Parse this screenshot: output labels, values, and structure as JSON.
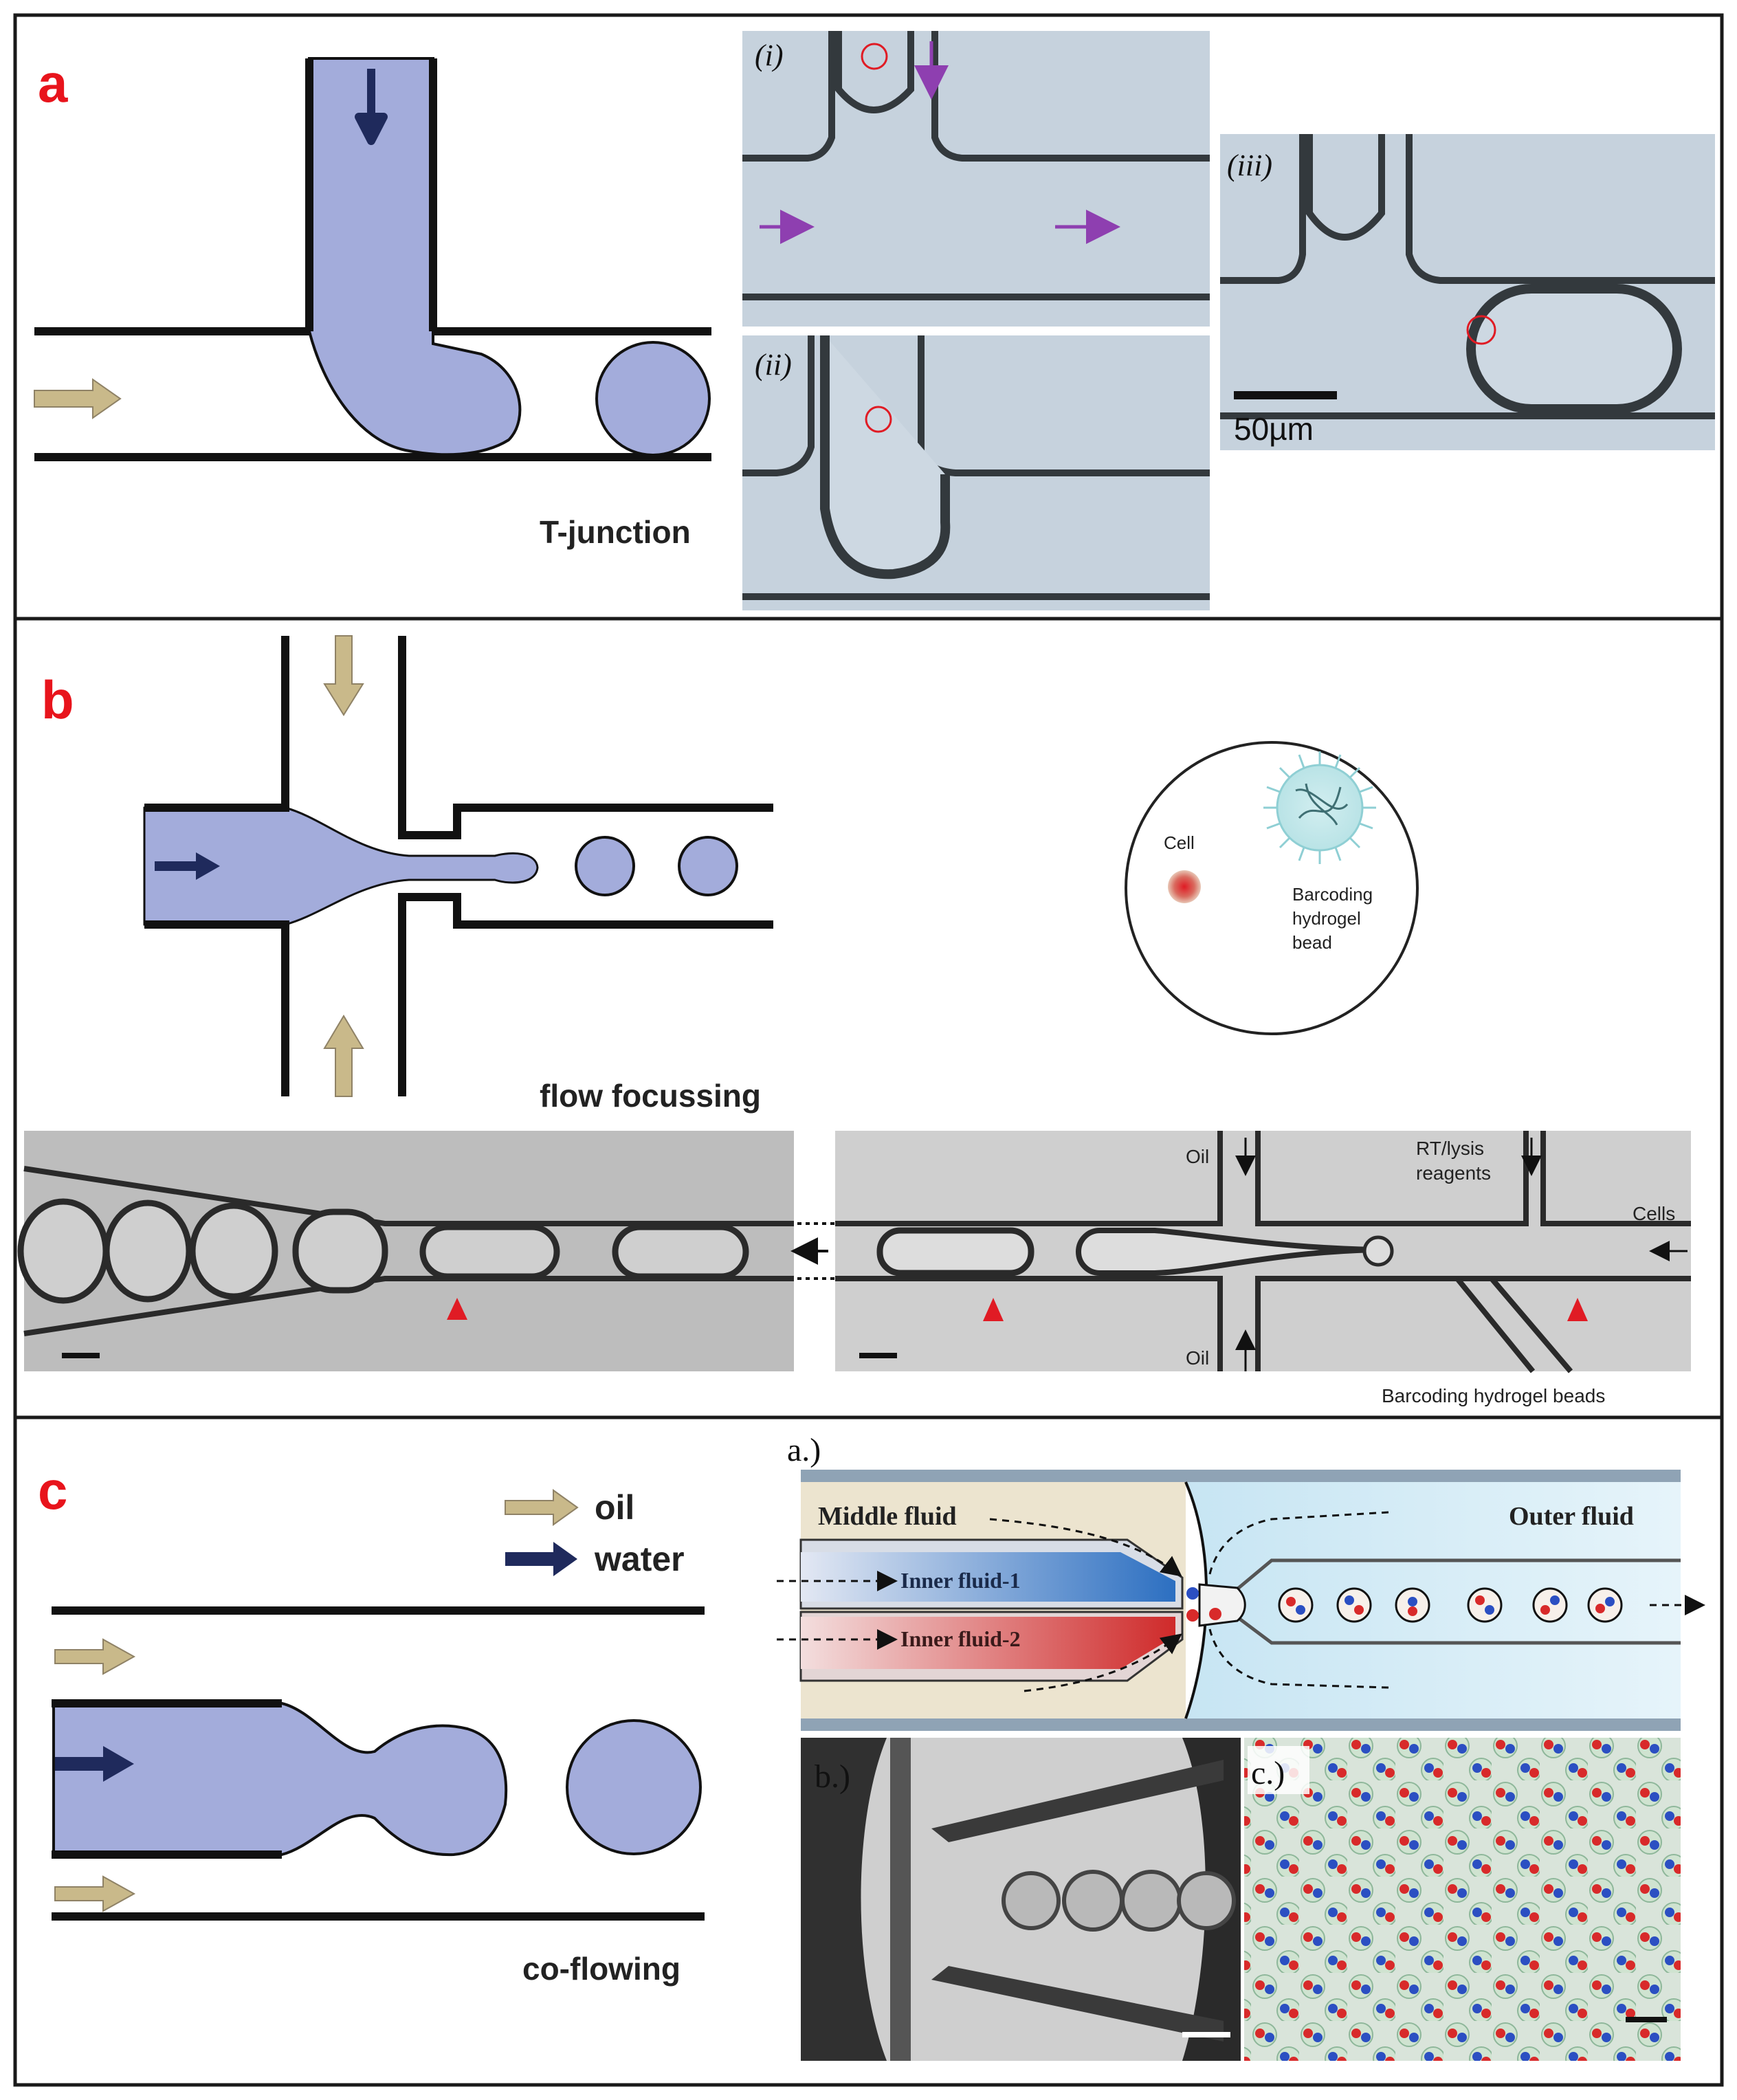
{
  "panels": {
    "a": {
      "letter": "a",
      "schematic_label": "T-junction",
      "micro_labels": [
        "(i)",
        "(ii)",
        "(iii)"
      ],
      "scale_bar": "50µm"
    },
    "b": {
      "letter": "b",
      "schematic_label": "flow focussing",
      "cell_label": "Cell",
      "bead_label_lines": [
        "Barcoding",
        "hydrogel",
        "bead"
      ],
      "oil_top": "Oil",
      "oil_bottom": "Oil",
      "reagents_lines": [
        "RT/lysis",
        "reagents"
      ],
      "cells": "Cells",
      "beads_caption": "Barcoding hydrogel beads"
    },
    "c": {
      "letter": "c",
      "legend_oil": "oil",
      "legend_water": "water",
      "schematic_label": "co-flowing",
      "sub_a": "a.)",
      "middle_fluid": "Middle fluid",
      "outer_fluid": "Outer fluid",
      "inner_fluid_1": "Inner fluid-1",
      "inner_fluid_2": "Inner fluid-2",
      "sub_b": "b.)",
      "sub_c": "c.)"
    }
  },
  "colors": {
    "panel_letter": "#e8141c",
    "droplet": "#a3acdb",
    "water_arrow": "#1f2a5c",
    "oil_arrow": "#c9b98a",
    "micro_bg": "#c6d2dd",
    "purple_arrow": "#8e3fb0",
    "marker_red": "#e01b24"
  }
}
